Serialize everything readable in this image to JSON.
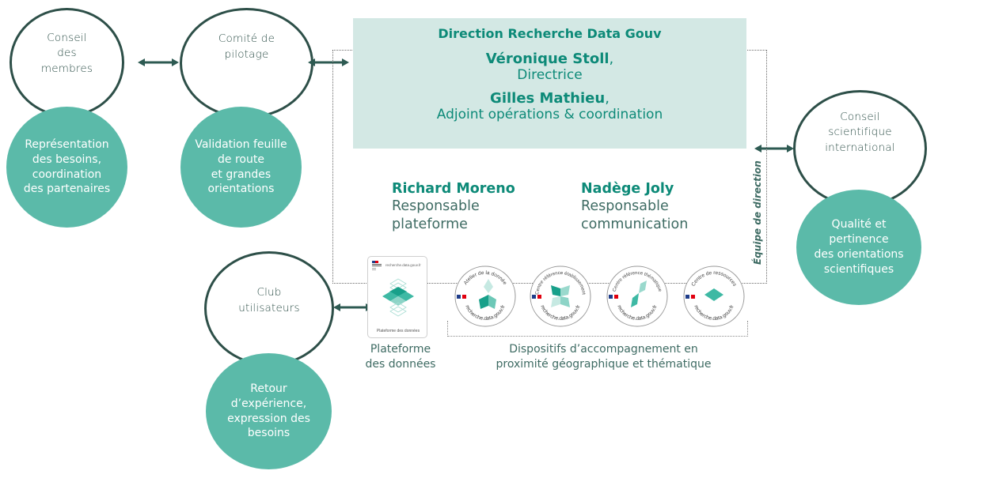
{
  "governance_bodies": [
    {
      "id": "conseil-membres",
      "label": "Conseil des membres",
      "lines": [
        "Conseil",
        "des",
        "membres"
      ],
      "role_lines": [
        "Représentation",
        "des besoins,",
        "coordination",
        "des partenaires"
      ]
    },
    {
      "id": "comite-pilotage",
      "label": "Comité de pilotage",
      "lines": [
        "Comité de",
        "pilotage"
      ],
      "role_lines": [
        "Validation feuille",
        "de route",
        "et grandes",
        "orientations"
      ]
    },
    {
      "id": "conseil-scientifique",
      "label": "Conseil scientifique international",
      "lines": [
        "Conseil",
        "scientifique",
        "international"
      ],
      "role_lines": [
        "Qualité et",
        "pertinence",
        "des orientations",
        "scientifiques"
      ]
    },
    {
      "id": "club-utilisateurs",
      "label": "Club utilisateurs",
      "lines": [
        "Club",
        "utilisateurs"
      ],
      "role_lines": [
        "Retour",
        "d’expérience,",
        "expression des",
        "besoins"
      ]
    }
  ],
  "direction": {
    "title": "Direction Recherche Data Gouv",
    "director": {
      "name": "Véronique Stoll",
      "suffix": ",",
      "role": "Directrice"
    },
    "deputy": {
      "name": "Gilles Mathieu",
      "suffix": ",",
      "role": "Adjoint opérations & coordination"
    },
    "team_label": "Équipe de direction",
    "staff": [
      {
        "name": "Richard Moreno",
        "role_lines": [
          "Responsable",
          "plateforme"
        ]
      },
      {
        "name": "Nadège Joly",
        "role_lines": [
          "Responsable",
          "communication"
        ]
      }
    ]
  },
  "platform": {
    "card_header": "recherche.data.gouv.fr",
    "card_footer": "Plateforme des données",
    "caption_lines": [
      "Plateforme",
      "des données"
    ]
  },
  "support_badges": [
    {
      "arc_text": "Atelier de la donnée",
      "url_text": "recherche.data.gouv.fr"
    },
    {
      "arc_text": "Centre référence établissement",
      "url_text": "recherche.data.gouv.fr"
    },
    {
      "arc_text": "Centre référence thématique",
      "url_text": "recherche.data.gouv.fr"
    },
    {
      "arc_text": "Centre de ressources",
      "url_text": "recherche.data.gouv.fr"
    }
  ],
  "support_caption_lines": [
    "Dispositifs d’accompagnement en",
    "proximité géographique et thématique"
  ],
  "colors": {
    "dark_teal": "#2d4f48",
    "teal_fill": "#5bbaa9",
    "title_teal": "#0d8a78",
    "box_bg": "#d3e8e4",
    "text_muted": "#3e6b63"
  }
}
